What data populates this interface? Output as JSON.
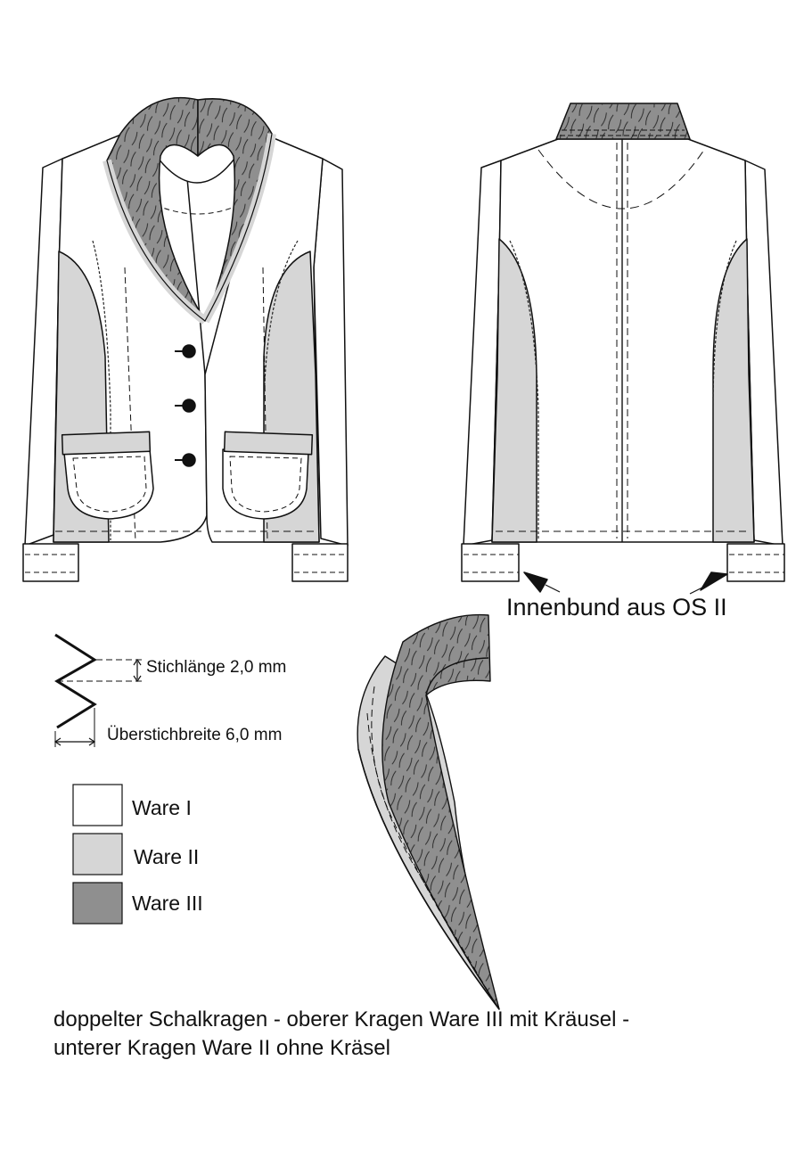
{
  "annotations": {
    "cuff_note": "Innenbund aus OS II",
    "stitch_length": "Stichlänge 2,0 mm",
    "stitch_width": "Überstichbreite 6,0 mm"
  },
  "legend": [
    {
      "label": "Ware I",
      "color": "#ffffff"
    },
    {
      "label": "Ware II",
      "color": "#d6d6d6"
    },
    {
      "label": "Ware III",
      "color": "#8f8f8f"
    }
  ],
  "caption": {
    "line1": "doppelter Schalkragen - oberer Kragen Ware III mit Kräusel -",
    "line2": "unterer Kragen Ware II ohne Kräsel"
  },
  "colors": {
    "outline": "#111111",
    "fabric_1": "#ffffff",
    "fabric_2": "#d6d6d6",
    "fabric_3": "#8f8f8f"
  }
}
